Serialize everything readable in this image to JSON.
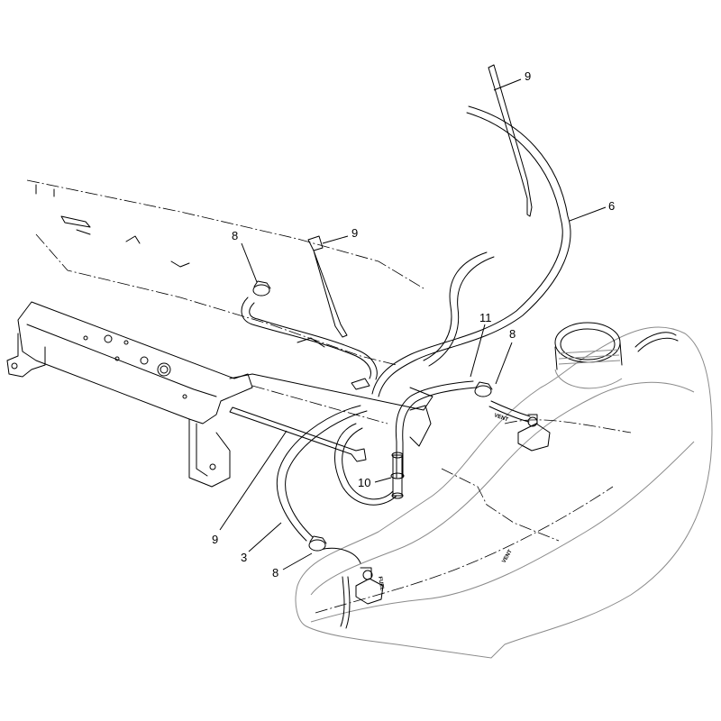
{
  "callouts": [
    {
      "id": "c9-top",
      "text": "9"
    },
    {
      "id": "c6",
      "text": "6"
    },
    {
      "id": "c8-left",
      "text": "8"
    },
    {
      "id": "c9-mid",
      "text": "9"
    },
    {
      "id": "c11",
      "text": "11"
    },
    {
      "id": "c8-right",
      "text": "8"
    },
    {
      "id": "c10",
      "text": "10"
    },
    {
      "id": "c9-low",
      "text": "9"
    },
    {
      "id": "c3",
      "text": "3"
    },
    {
      "id": "c8-bottom",
      "text": "8"
    }
  ],
  "tank_labels": {
    "vent": "VENT",
    "fuel": "FUEL"
  }
}
